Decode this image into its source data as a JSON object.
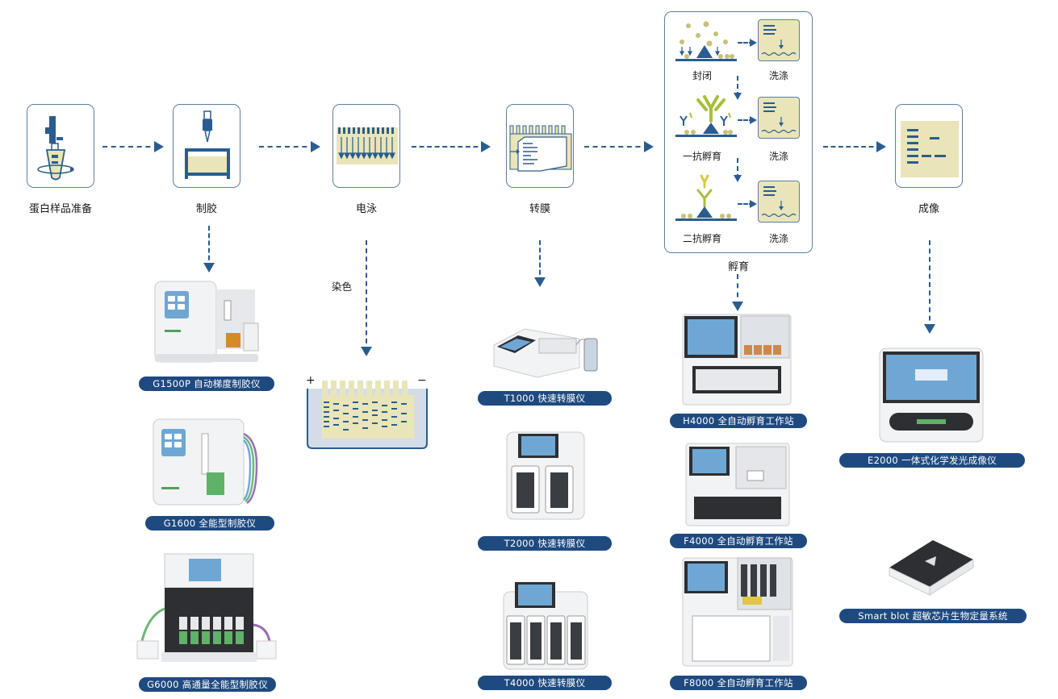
{
  "steps": [
    {
      "label": "蛋白样品准备"
    },
    {
      "label": "制胶"
    },
    {
      "label": "电泳"
    },
    {
      "label": "转膜"
    },
    {
      "label": "成像"
    }
  ],
  "incubation": {
    "title": "孵育",
    "blocking": "封闭",
    "primary": "一抗孵育",
    "secondary": "二抗孵育",
    "wash": "洗涤"
  },
  "staining": "染色",
  "electrophoresis_tank": {
    "plus": "+",
    "minus": "−"
  },
  "instruments": {
    "gel": [
      "G1500P 自动梯度制胶仪",
      "G1600 全能型制胶仪",
      "G6000 高通量全能型制胶仪"
    ],
    "transfer": [
      "T1000 快速转膜仪",
      "T2000 快速转膜仪",
      "T4000 快速转膜仪"
    ],
    "incubation": [
      "H4000 全自动孵育工作站",
      "F4000 全自动孵育工作站",
      "F8000 全自动孵育工作站"
    ],
    "imaging": [
      "E2000 一体式化学发光成像仪",
      "Smart blot 超敏芯片生物定量系统"
    ]
  },
  "colors": {
    "accent": "#1e4a80",
    "arrow": "#2a5d8f",
    "gel": "#e9e5b8",
    "antibody": "#a7bf3a"
  }
}
